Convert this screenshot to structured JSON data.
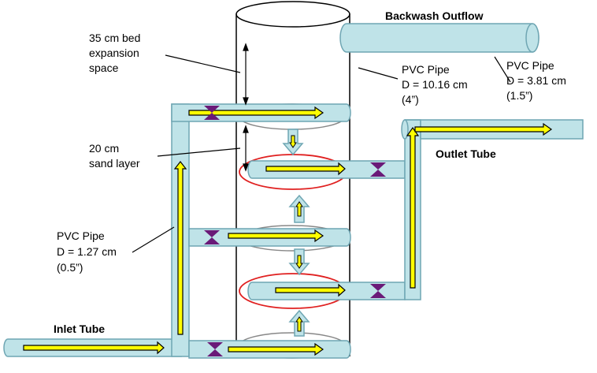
{
  "labels": {
    "backwash_outflow": "Backwash Outflow",
    "bed_expansion": [
      "35 cm bed",
      "expansion",
      "space"
    ],
    "sand_layer": [
      "20 cm",
      "sand layer"
    ],
    "pvc_large": [
      "PVC Pipe",
      "D = 10.16 cm",
      "(4”)"
    ],
    "pvc_medium": [
      "PVC Pipe",
      "D = 3.81 cm",
      "(1.5”)"
    ],
    "pvc_small": [
      "PVC Pipe",
      "D = 1.27 cm",
      "(0.5”)"
    ],
    "outlet_tube": "Outlet Tube",
    "inlet_tube": "Inlet Tube"
  },
  "colors": {
    "pipe_fill": "#bfe3e8",
    "pipe_stroke": "#6fa6b3",
    "flow_arrow_fill": "#ffff00",
    "flow_arrow_stroke": "#000000",
    "valve": "#6a1a78",
    "sand_layer_ring": "#e02020",
    "column_ring": "#888888"
  },
  "icons": {
    "valve": "butterfly-valve-icon",
    "flow": "flow-arrow-icon"
  }
}
